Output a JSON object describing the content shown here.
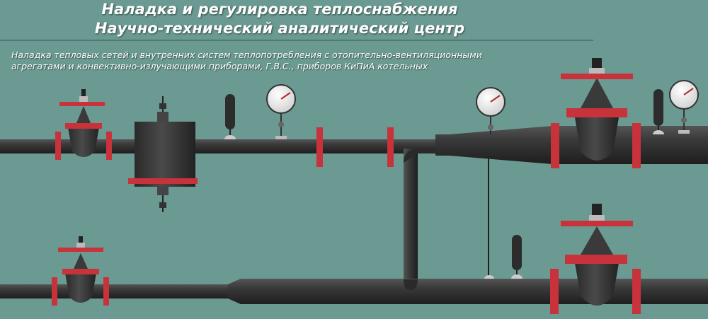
{
  "header": {
    "title_line1": "Наладка и регулировка теплоснабжения",
    "title_line2": "Научно-технический аналитический центр"
  },
  "description": {
    "line1": "Наладка тепловых сетей и внутренних систем теплопотребления с отопительно-вентиляционными",
    "line2": "агрегатами и конвективно-излучающими приборами, Г.В.С., приборов КиПиА котельных"
  },
  "colors": {
    "background": "#6a9a92",
    "pipe": "#333333",
    "flange": "#c8323a",
    "text": "#ffffff"
  },
  "icons": [
    "gate-valve-icon",
    "pressure-gauge-icon",
    "thermometer-icon",
    "mud-filter-icon",
    "pipe-reducer-icon"
  ]
}
